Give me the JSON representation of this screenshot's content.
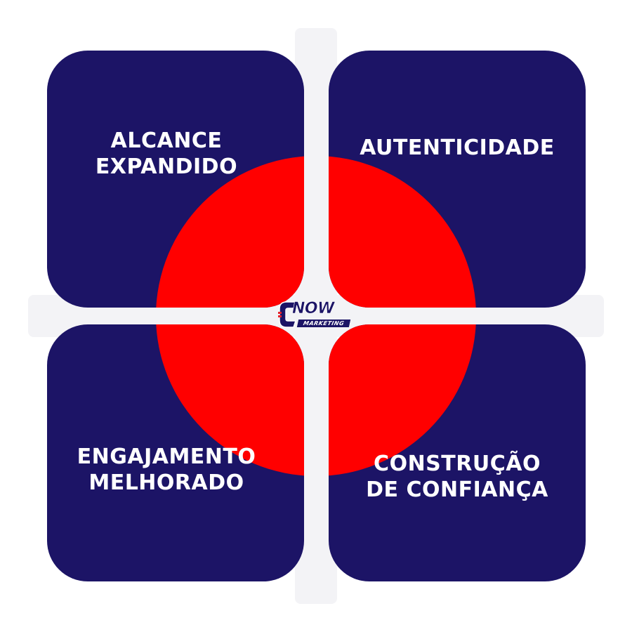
{
  "colors": {
    "quadrant": "#1c1466",
    "center_circle": "#ff0000",
    "background": "#ffffff",
    "logo_accent": "#e62129"
  },
  "quadrants": {
    "top_left": {
      "lines": [
        "ALCANCE",
        "EXPANDIDO"
      ]
    },
    "top_right": {
      "lines": [
        "AUTENTICIDADE"
      ]
    },
    "bottom_left": {
      "lines": [
        "ENGAJAMENTO",
        "MELHORADO"
      ]
    },
    "bottom_right": {
      "lines": [
        "CONSTRUÇÃO",
        "DE CONFIANÇA"
      ]
    }
  },
  "logo": {
    "word": "NOW",
    "tagline": "MARKETING",
    "icon": "c-letter-logo-icon"
  }
}
